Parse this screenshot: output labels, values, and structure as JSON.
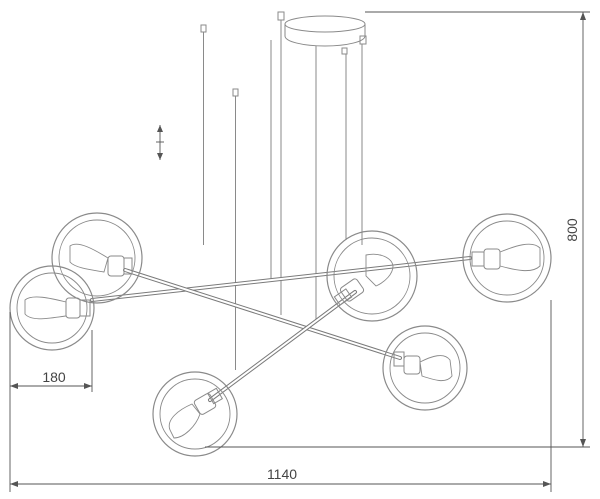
{
  "dimensions": {
    "width_label": "1140",
    "height_label": "800",
    "globe_label": "180"
  },
  "colors": {
    "line": "#8a8a8a",
    "dimension": "#555555",
    "background": "#ffffff"
  }
}
